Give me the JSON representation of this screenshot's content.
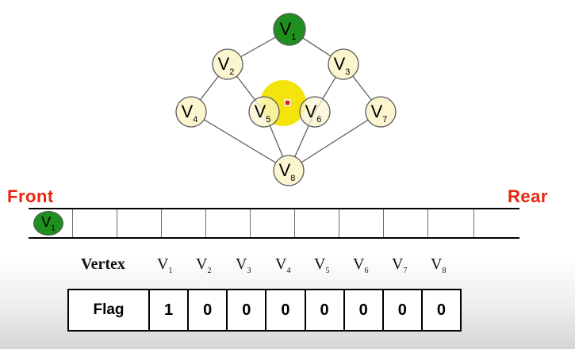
{
  "colors": {
    "visited_node": "#1f8f1f",
    "unvisited_node": "#fbf6cf",
    "pointer_highlight": "#f5e30c",
    "end_label": "#e8250d"
  },
  "graph": {
    "nodes": [
      {
        "id": "V1",
        "base": "V",
        "sub": "1",
        "state": "visited"
      },
      {
        "id": "V2",
        "base": "V",
        "sub": "2",
        "state": "unvisited"
      },
      {
        "id": "V3",
        "base": "V",
        "sub": "3",
        "state": "unvisited"
      },
      {
        "id": "V4",
        "base": "V",
        "sub": "4",
        "state": "unvisited"
      },
      {
        "id": "V5",
        "base": "V",
        "sub": "5",
        "state": "unvisited"
      },
      {
        "id": "V6",
        "base": "V",
        "sub": "6",
        "state": "unvisited"
      },
      {
        "id": "V7",
        "base": "V",
        "sub": "7",
        "state": "unvisited"
      },
      {
        "id": "V8",
        "base": "V",
        "sub": "8",
        "state": "unvisited"
      }
    ],
    "edges": [
      [
        "V1",
        "V2"
      ],
      [
        "V1",
        "V3"
      ],
      [
        "V2",
        "V4"
      ],
      [
        "V2",
        "V5"
      ],
      [
        "V3",
        "V6"
      ],
      [
        "V3",
        "V7"
      ],
      [
        "V4",
        "V8"
      ],
      [
        "V5",
        "V8"
      ],
      [
        "V6",
        "V8"
      ],
      [
        "V7",
        "V8"
      ]
    ]
  },
  "queue": {
    "front_label": "Front",
    "rear_label": "Rear",
    "items": [
      {
        "base": "V",
        "sub": "1"
      }
    ],
    "cell_count": 11
  },
  "flag_table": {
    "vertex_heading": "Vertex",
    "flag_label": "Flag",
    "vertices": [
      {
        "base": "V",
        "sub": "1"
      },
      {
        "base": "V",
        "sub": "2"
      },
      {
        "base": "V",
        "sub": "3"
      },
      {
        "base": "V",
        "sub": "4"
      },
      {
        "base": "V",
        "sub": "5"
      },
      {
        "base": "V",
        "sub": "6"
      },
      {
        "base": "V",
        "sub": "7"
      },
      {
        "base": "V",
        "sub": "8"
      }
    ],
    "flags": [
      "1",
      "0",
      "0",
      "0",
      "0",
      "0",
      "0",
      "0"
    ]
  }
}
